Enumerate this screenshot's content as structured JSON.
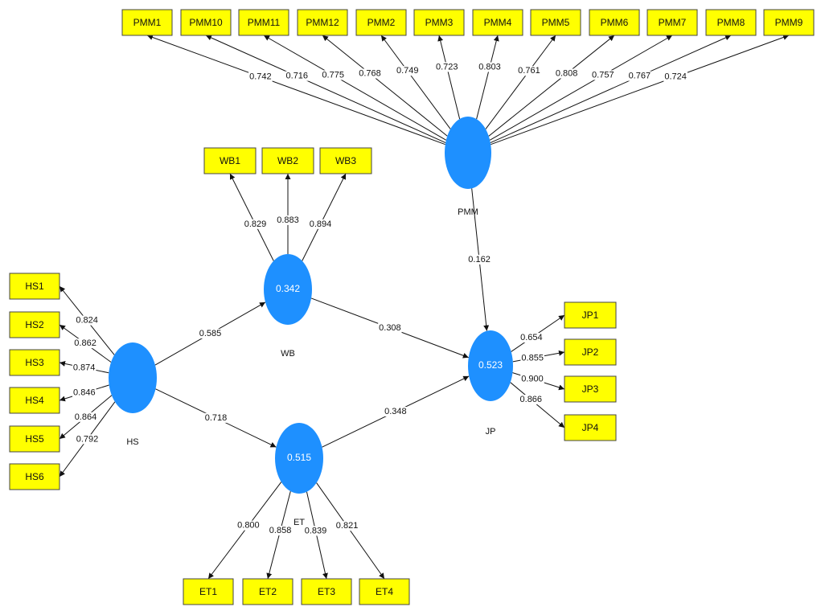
{
  "latent": {
    "PMM": {
      "name": "PMM",
      "r2": ""
    },
    "WB": {
      "name": "WB",
      "r2": "0.342"
    },
    "HS": {
      "name": "HS",
      "r2": ""
    },
    "ET": {
      "name": "ET",
      "r2": "0.515"
    },
    "JP": {
      "name": "JP",
      "r2": "0.523"
    }
  },
  "indicators": {
    "PMM": [
      {
        "label": "PMM1",
        "loading": "0.742"
      },
      {
        "label": "PMM10",
        "loading": "0.716"
      },
      {
        "label": "PMM11",
        "loading": "0.775"
      },
      {
        "label": "PMM12",
        "loading": "0.768"
      },
      {
        "label": "PMM2",
        "loading": "0.749"
      },
      {
        "label": "PMM3",
        "loading": "0.723"
      },
      {
        "label": "PMM4",
        "loading": "0.803"
      },
      {
        "label": "PMM5",
        "loading": "0.761"
      },
      {
        "label": "PMM6",
        "loading": "0.808"
      },
      {
        "label": "PMM7",
        "loading": "0.757"
      },
      {
        "label": "PMM8",
        "loading": "0.767"
      },
      {
        "label": "PMM9",
        "loading": "0.724"
      }
    ],
    "WB": [
      {
        "label": "WB1",
        "loading": "0.829"
      },
      {
        "label": "WB2",
        "loading": "0.883"
      },
      {
        "label": "WB3",
        "loading": "0.894"
      }
    ],
    "HS": [
      {
        "label": "HS1",
        "loading": "0.824"
      },
      {
        "label": "HS2",
        "loading": "0.862"
      },
      {
        "label": "HS3",
        "loading": "0.874"
      },
      {
        "label": "HS4",
        "loading": "0.846"
      },
      {
        "label": "HS5",
        "loading": "0.864"
      },
      {
        "label": "HS6",
        "loading": "0.792"
      }
    ],
    "ET": [
      {
        "label": "ET1",
        "loading": "0.800"
      },
      {
        "label": "ET2",
        "loading": "0.858"
      },
      {
        "label": "ET3",
        "loading": "0.839"
      },
      {
        "label": "ET4",
        "loading": "0.821"
      }
    ],
    "JP": [
      {
        "label": "JP1",
        "loading": "0.654"
      },
      {
        "label": "JP2",
        "loading": "0.855"
      },
      {
        "label": "JP3",
        "loading": "0.900"
      },
      {
        "label": "JP4",
        "loading": "0.866"
      }
    ]
  },
  "paths": [
    {
      "from": "HS",
      "to": "WB",
      "coef": "0.585"
    },
    {
      "from": "HS",
      "to": "ET",
      "coef": "0.718"
    },
    {
      "from": "WB",
      "to": "JP",
      "coef": "0.308"
    },
    {
      "from": "ET",
      "to": "JP",
      "coef": "0.348"
    },
    {
      "from": "PMM",
      "to": "JP",
      "coef": "0.162"
    }
  ],
  "colors": {
    "latent_fill": "#1e90ff",
    "indicator_fill": "#ffff00"
  }
}
